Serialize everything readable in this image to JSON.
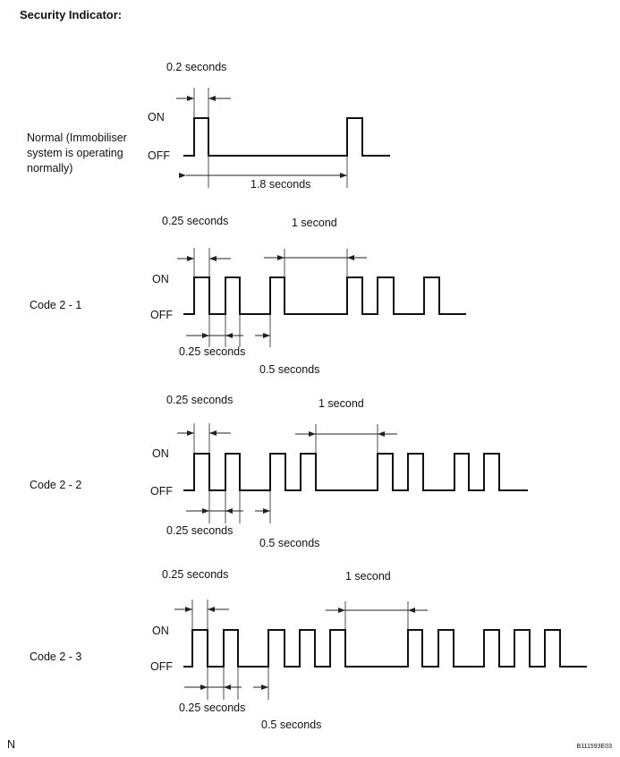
{
  "title": "Security Indicator:",
  "on_label": "ON",
  "off_label": "OFF",
  "normal": {
    "label_lines": [
      "Normal (Immobiliser",
      "system is operating",
      "normally)"
    ],
    "pulse_label": "0.2 seconds",
    "interval_label": "1.8 seconds"
  },
  "codes": [
    {
      "label": "Code 2 - 1",
      "pulse_label": "0.25 seconds",
      "gap_label": "0.25 seconds",
      "pause_label": "0.5 seconds",
      "interval_label": "1 second"
    },
    {
      "label": "Code 2 - 2",
      "pulse_label": "0.25 seconds",
      "gap_label": "0.25 seconds",
      "pause_label": "0.5 seconds",
      "interval_label": "1 second"
    },
    {
      "label": "Code 2 - 3",
      "pulse_label": "0.25 seconds",
      "gap_label": "0.25 seconds",
      "pause_label": "0.5 seconds",
      "interval_label": "1 second"
    }
  ],
  "footer": {
    "left": "N",
    "right": "B111593E03"
  }
}
